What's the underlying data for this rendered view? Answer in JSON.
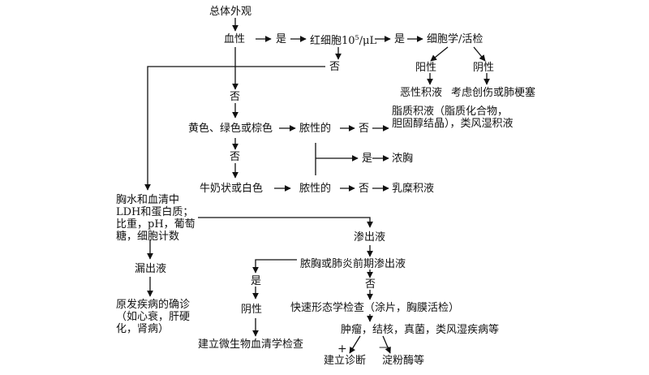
{
  "nodes": {
    "overview": "总体外观",
    "bloody": "血性",
    "yes1": "是",
    "rbc_prefix": "红细胞10",
    "rbc_exp": "5",
    "rbc_unit": "/μL",
    "yes2": "是",
    "cytology": "细胞学/活检",
    "positive1": "阳性",
    "negative1": "阴性",
    "malignant": "恶性积液",
    "trauma": "考虑创伤或肺梗塞",
    "no_rbc": "否",
    "no1": "否",
    "yellow": "黄色、绿色或棕色",
    "purulent1": "脓性的",
    "no2": "否",
    "lipid": "脂质积液（脂质化合物，胆固醇结晶），类风湿积液",
    "no3": "否",
    "yes3": "是",
    "empyema": "浓胸",
    "milky": "牛奶状或白色",
    "purulent2": "脓性的",
    "no4": "否",
    "chylous": "乳糜积液",
    "ldh": "胸水和血清中LDH和蛋白质；比重，pH，葡萄糖，细胞计数",
    "exudate": "渗出液",
    "transudate": "漏出液",
    "emp_para": "脓胸或肺炎前期渗出液",
    "yes4": "是",
    "no5": "否",
    "primary": "原发疾病的确诊（如心衰，肝硬化，肾病）",
    "rapid": "快速形态学检查（涂片，胸膜活检）",
    "negative2": "阴性",
    "tumor": "肿瘤，结核，真菌，类风湿疾病等",
    "micro": "建立微生物血清学检查",
    "plus": "+",
    "minus": "—",
    "diagnose": "建立诊断",
    "amylase": "淀粉酶等"
  }
}
